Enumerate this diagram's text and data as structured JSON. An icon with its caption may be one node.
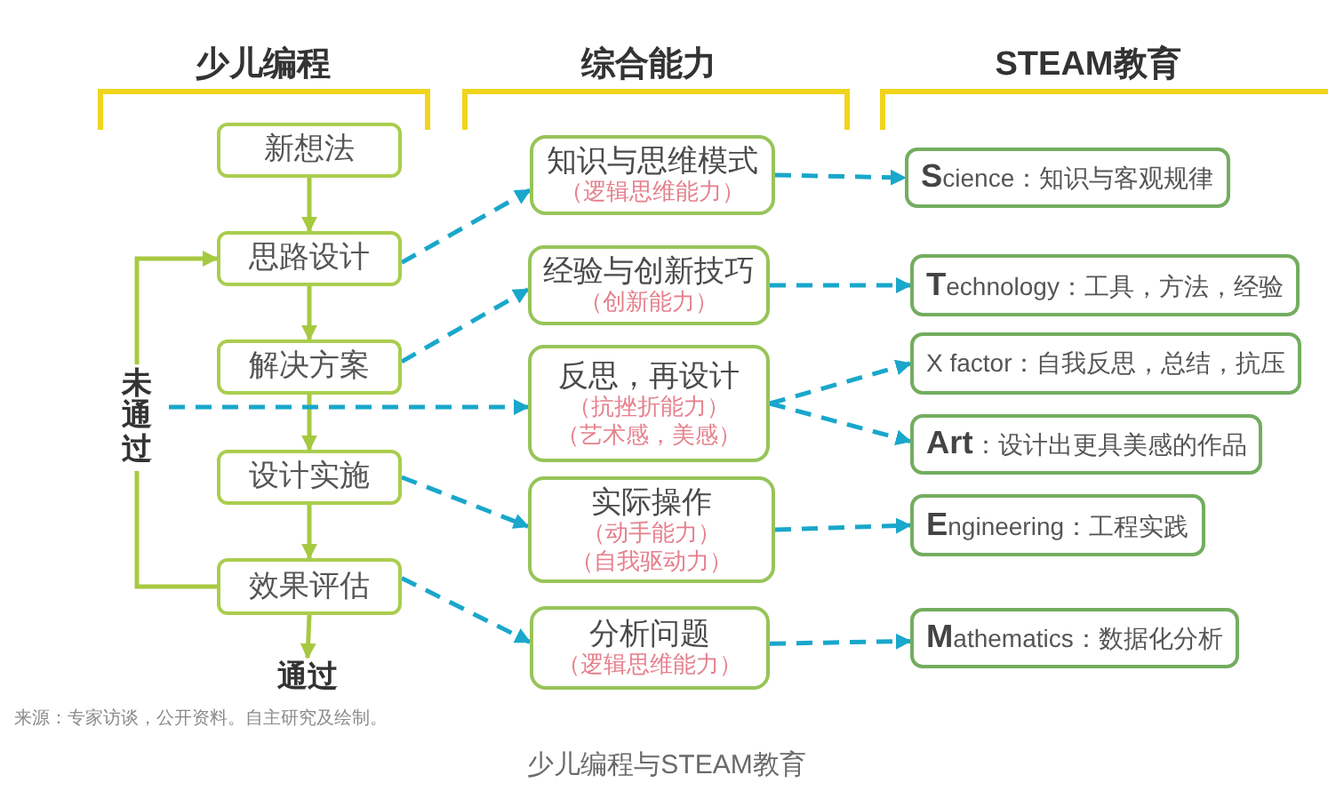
{
  "diagram": {
    "caption": "少儿编程与STEAM教育",
    "nodes": [
      {
        "text": [
          "新想法"
        ]
      },
      {
        "text": [
          "思路设计"
        ]
      },
      {
        "text": [
          "解决方案"
        ]
      },
      {
        "text": [
          "设计实施"
        ]
      },
      {
        "text": [
          "效果评估"
        ]
      },
      {
        "text": [
          "通过"
        ]
      },
      {
        "text": [
          "知识与思维模式",
          "（逻辑思维能力）"
        ]
      },
      {
        "text": [
          "经验与创新技巧",
          "（创新能力）"
        ]
      },
      {
        "text": [
          "反思，再设计",
          "（抗挫折能力）",
          "（艺术感，美感）"
        ]
      },
      {
        "text": [
          "实际操作",
          "（动手能力）",
          "（自我驱动力）"
        ]
      },
      {
        "text": [
          "分析问题",
          "（逻辑思维能力）"
        ]
      },
      {
        "text": [
          "**S**cience：知识与客观规律"
        ]
      },
      {
        "text": [
          "**T**echnology：工具，方法，经验"
        ]
      },
      {
        "text": [
          "X factor：自我反思，总结，抗压"
        ]
      },
      {
        "text": [
          "**Art**：设计出更具美感的作品"
        ]
      },
      {
        "text": [
          "**E**ngineering：工程实践"
        ]
      },
      {
        "text": [
          "**M**athematics：数据化分析"
        ]
      }
    ],
    "edges": [
      {
        "from": 0,
        "to": 1,
        "arrow": "to",
        "color": "#a6c940"
      },
      {
        "from": 1,
        "to": 2,
        "arrow": "to",
        "color": "#a6c940"
      },
      {
        "from": 2,
        "to": 3,
        "arrow": "to",
        "color": "#a6c940"
      },
      {
        "from": 3,
        "to": 4,
        "arrow": "to",
        "color": "#a6c940"
      },
      {
        "from": 4,
        "to": 5,
        "arrow": "to",
        "color": "#a6c940"
      },
      {
        "from": 4,
        "to": 1,
        "arrow": "to",
        "label": "未通过",
        "color": "#a6c940"
      },
      {
        "from": 1,
        "to": 6,
        "arrow": "to",
        "style": "dashed"
      },
      {
        "from": 2,
        "to": 7,
        "arrow": "to",
        "style": "dashed"
      },
      {
        "from": null,
        "to": 8,
        "arrow": "to",
        "style": "dashed"
      },
      {
        "from": 3,
        "to": 9,
        "arrow": "to",
        "style": "dashed"
      },
      {
        "from": 4,
        "to": 10,
        "arrow": "to",
        "style": "dashed"
      },
      {
        "from": 6,
        "to": 11,
        "arrow": "to",
        "style": "dashed"
      },
      {
        "from": 7,
        "to": 12,
        "arrow": "to",
        "style": "dashed"
      },
      {
        "from": 8,
        "to": 13,
        "arrow": "to",
        "style": "dashed"
      },
      {
        "from": 8,
        "to": 14,
        "arrow": "to",
        "style": "dashed"
      },
      {
        "from": 9,
        "to": 15,
        "arrow": "to",
        "style": "dashed"
      },
      {
        "from": 10,
        "to": 16,
        "arrow": "to",
        "style": "dashed"
      }
    ],
    "labels": [
      "少儿编程",
      "综合能力",
      "STEAM教育",
      "来源：专家访谈，公开资料。自主研究及绘制。"
    ]
  }
}
